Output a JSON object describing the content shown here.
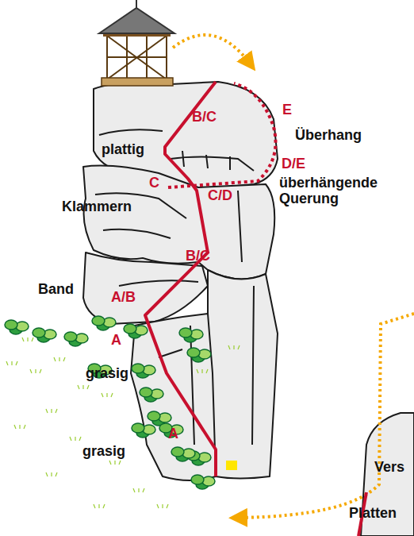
{
  "diagram": {
    "labels": [
      "B/C",
      "E",
      "Überhang",
      "plattig",
      "D/E",
      "C",
      "C/D",
      "überhängende Querung",
      "Klammern",
      "B/C",
      "Band",
      "A/B",
      "A",
      "grasig",
      "grasig",
      "A",
      "Vers",
      "Platten"
    ]
  }
}
